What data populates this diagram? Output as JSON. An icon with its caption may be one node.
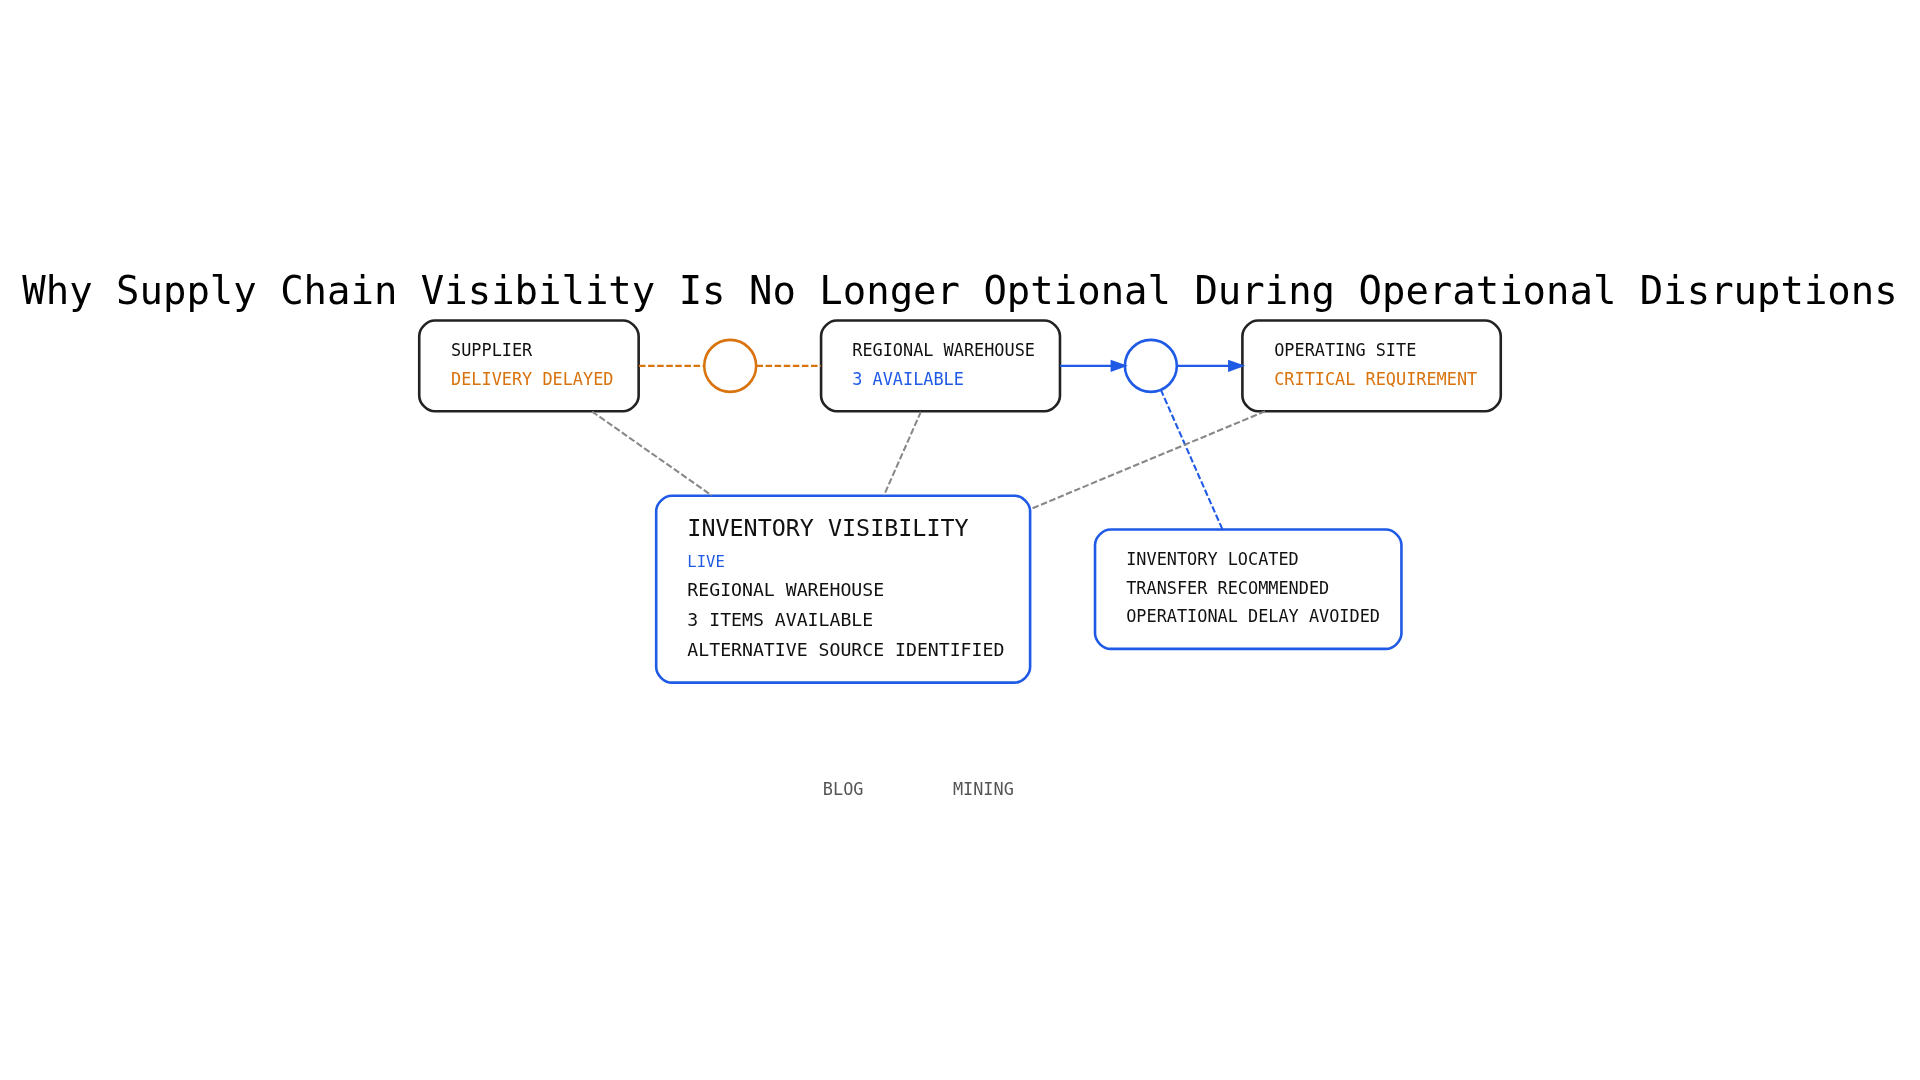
{
  "diagram": {
    "title": "Why Supply Chain Visibility Is No Longer Optional During Operational Disruptions",
    "nodes": [
      {
        "text": [
          "SUPPLIER",
          "DELIVERY DELAYED"
        ]
      },
      {
        "text": [],
        "shape": "circle"
      },
      {
        "text": [
          "REGIONAL WAREHOUSE",
          "3 AVAILABLE"
        ]
      },
      {
        "text": [],
        "shape": "circle"
      },
      {
        "text": [
          "OPERATING SITE",
          "CRITICAL REQUIREMENT"
        ]
      },
      {
        "text": [
          "INVENTORY LOCATED",
          "TRANSFER RECOMMENDED",
          "OPERATIONAL DELAY AVOIDED"
        ]
      },
      {
        "text": [
          "INVENTORY VISIBILITY",
          "LIVE",
          "REGIONAL WAREHOUSE",
          "3 ITEMS AVAILABLE",
          "ALTERNATIVE SOURCE IDENTIFIED"
        ]
      }
    ],
    "edges": [
      {
        "from": 0,
        "to": 1,
        "arrow": "none",
        "style": "dashed",
        "color": "#d9730d"
      },
      {
        "from": 1,
        "to": 2,
        "arrow": "none",
        "style": "dashed",
        "color": "#d9730d"
      },
      {
        "from": 2,
        "to": 3,
        "arrow": "to",
        "color": "#1f5ae6"
      },
      {
        "from": 3,
        "to": 4,
        "arrow": "to",
        "color": "#1f5ae6"
      },
      {
        "from": 3,
        "to": 5,
        "arrow": "none",
        "style": "dashed",
        "color": "#1f5ae6"
      },
      {
        "from": 0,
        "to": 6,
        "arrow": "none",
        "style": "dashed",
        "color": "#888888"
      },
      {
        "from": 2,
        "to": 6,
        "arrow": "none",
        "style": "dashed",
        "color": "#888888"
      },
      {
        "from": 4,
        "to": 6,
        "arrow": "none",
        "style": "dashed",
        "color": "#888888"
      }
    ],
    "labels": [
      "BLOG",
      "MINING"
    ]
  }
}
